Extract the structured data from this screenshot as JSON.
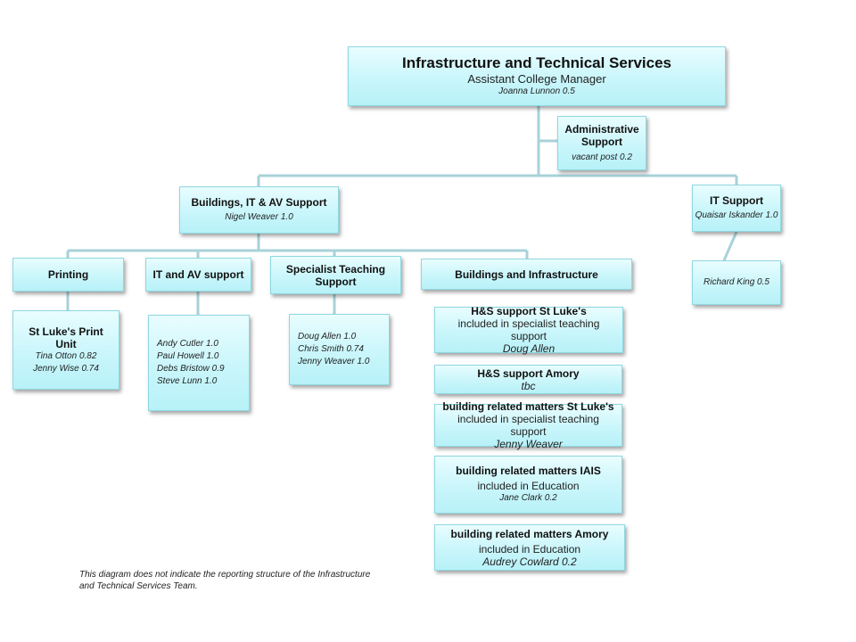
{
  "top": {
    "title": "Infrastructure and Technical Services",
    "subtitle": "Assistant College Manager",
    "person": "Joanna Lunnon 0.5"
  },
  "admin": {
    "title": "Administrative Support",
    "person": "vacant post 0.2"
  },
  "buildings_it_av": {
    "title": "Buildings, IT & AV Support",
    "person": "Nigel Weaver 1.0"
  },
  "it_support": {
    "title": "IT Support",
    "person": "Quaisar Iskander 1.0",
    "staff": "Richard King 0.5"
  },
  "printing": {
    "title": "Printing",
    "unit_title": "St Luke's Print Unit",
    "staff": [
      "Tina Otton 0.82",
      "Jenny Wise 0.74"
    ]
  },
  "it_av": {
    "title": "IT and AV support",
    "staff": [
      "Andy Cutler 1.0",
      "Paul Howell 1.0",
      "Debs Bristow 0.9",
      "Steve Lunn 1.0"
    ]
  },
  "specialist": {
    "title": "Specialist Teaching Support",
    "staff": [
      "Doug Allen 1.0",
      "Chris Smith 0.74",
      "Jenny Weaver 1.0"
    ]
  },
  "bldg_infra": {
    "title": "Buildings and Infrastructure",
    "items": [
      {
        "title": "H&S support St Luke's",
        "note": "included in specialist teaching support",
        "person": "Doug Allen"
      },
      {
        "title": "H&S support Amory",
        "note": "",
        "person": "tbc"
      },
      {
        "title": "building  related matters St Luke's",
        "note": "included in specialist teaching support",
        "person": "Jenny Weaver"
      },
      {
        "title": "building  related matters IAIS",
        "note": "included in Education",
        "person": "Jane Clark 0.2"
      },
      {
        "title": "building  related matters Amory",
        "note": "included in Education",
        "person": "Audrey Cowlard 0.2"
      }
    ]
  },
  "footnote": "This diagram does not indicate the reporting structure of the Infrastructure and Technical Services Team.",
  "colors": {
    "box_fill": "#c9f6fb",
    "box_border": "#8fd7e0",
    "connector": "#a8d2d8"
  }
}
